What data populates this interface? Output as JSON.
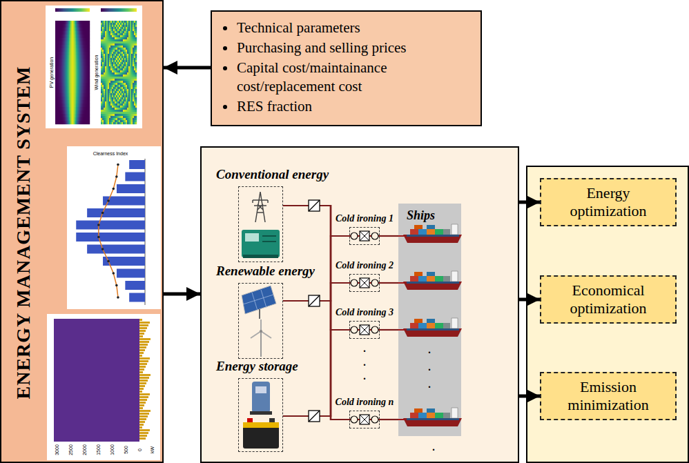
{
  "diagram": {
    "nodes": [
      {
        "text": [
          "ENERGY MANAGEMENT SYSTEM"
        ]
      },
      {
        "text": [
          "Technical parameters",
          "Purchasing and selling prices",
          "Capital cost/maintainance cost/replacement cost",
          "RES fraction"
        ]
      },
      {},
      {
        "text": [
          "Conventional energy"
        ],
        "in": 2
      },
      {
        "text": [
          "Renewable energy"
        ],
        "in": 2
      },
      {
        "text": [
          "Energy storage"
        ],
        "in": 2
      },
      {
        "text": [
          "Cold ironing 1"
        ],
        "in": 2
      },
      {
        "text": [
          "Cold ironing 2"
        ],
        "in": 2
      },
      {
        "text": [
          "Cold ironing 3"
        ],
        "in": 2
      },
      {
        "text": [
          "Cold ironing n"
        ],
        "in": 2
      },
      {
        "text": [
          "Ships"
        ],
        "in": 2
      },
      {},
      {
        "text": [
          "Energy optimization"
        ],
        "in": 11
      },
      {
        "text": [
          "Economical optimization"
        ],
        "in": 11
      },
      {
        "text": [
          "Emission minimization"
        ],
        "in": 11
      }
    ],
    "edges": [
      {
        "from": 1,
        "to": 0,
        "arrow": "to"
      },
      {
        "from": 0,
        "to": 2,
        "arrow": "to"
      },
      {
        "from": 2,
        "to": 12,
        "arrow": "to"
      },
      {
        "from": 2,
        "to": 13,
        "arrow": "to"
      },
      {
        "from": 2,
        "to": 14,
        "arrow": "to"
      },
      {
        "from": 3,
        "to": 6,
        "arrow": "none"
      },
      {
        "from": 3,
        "to": 7,
        "arrow": "none"
      },
      {
        "from": 3,
        "to": 8,
        "arrow": "none"
      },
      {
        "from": 3,
        "to": 9,
        "arrow": "none"
      },
      {
        "from": 4,
        "to": 6,
        "arrow": "none"
      },
      {
        "from": 4,
        "to": 7,
        "arrow": "none"
      },
      {
        "from": 4,
        "to": 8,
        "arrow": "none"
      },
      {
        "from": 4,
        "to": 9,
        "arrow": "none"
      },
      {
        "from": 5,
        "to": 6,
        "arrow": "none"
      },
      {
        "from": 5,
        "to": 7,
        "arrow": "none"
      },
      {
        "from": 5,
        "to": 8,
        "arrow": "none"
      },
      {
        "from": 5,
        "to": 9,
        "arrow": "none"
      },
      {
        "from": 6,
        "to": 10,
        "arrow": "none"
      },
      {
        "from": 7,
        "to": 10,
        "arrow": "none"
      },
      {
        "from": 8,
        "to": 10,
        "arrow": "none"
      },
      {
        "from": 9,
        "to": 10,
        "arrow": "none"
      }
    ],
    "labels": [
      "PV generation",
      "Wind generation",
      "Clearness Index",
      "3000",
      "2500",
      "2000",
      "1500",
      "1000",
      "500",
      "0",
      "kW",
      ".",
      ".",
      ".",
      ".",
      ".",
      ".",
      "."
    ]
  }
}
